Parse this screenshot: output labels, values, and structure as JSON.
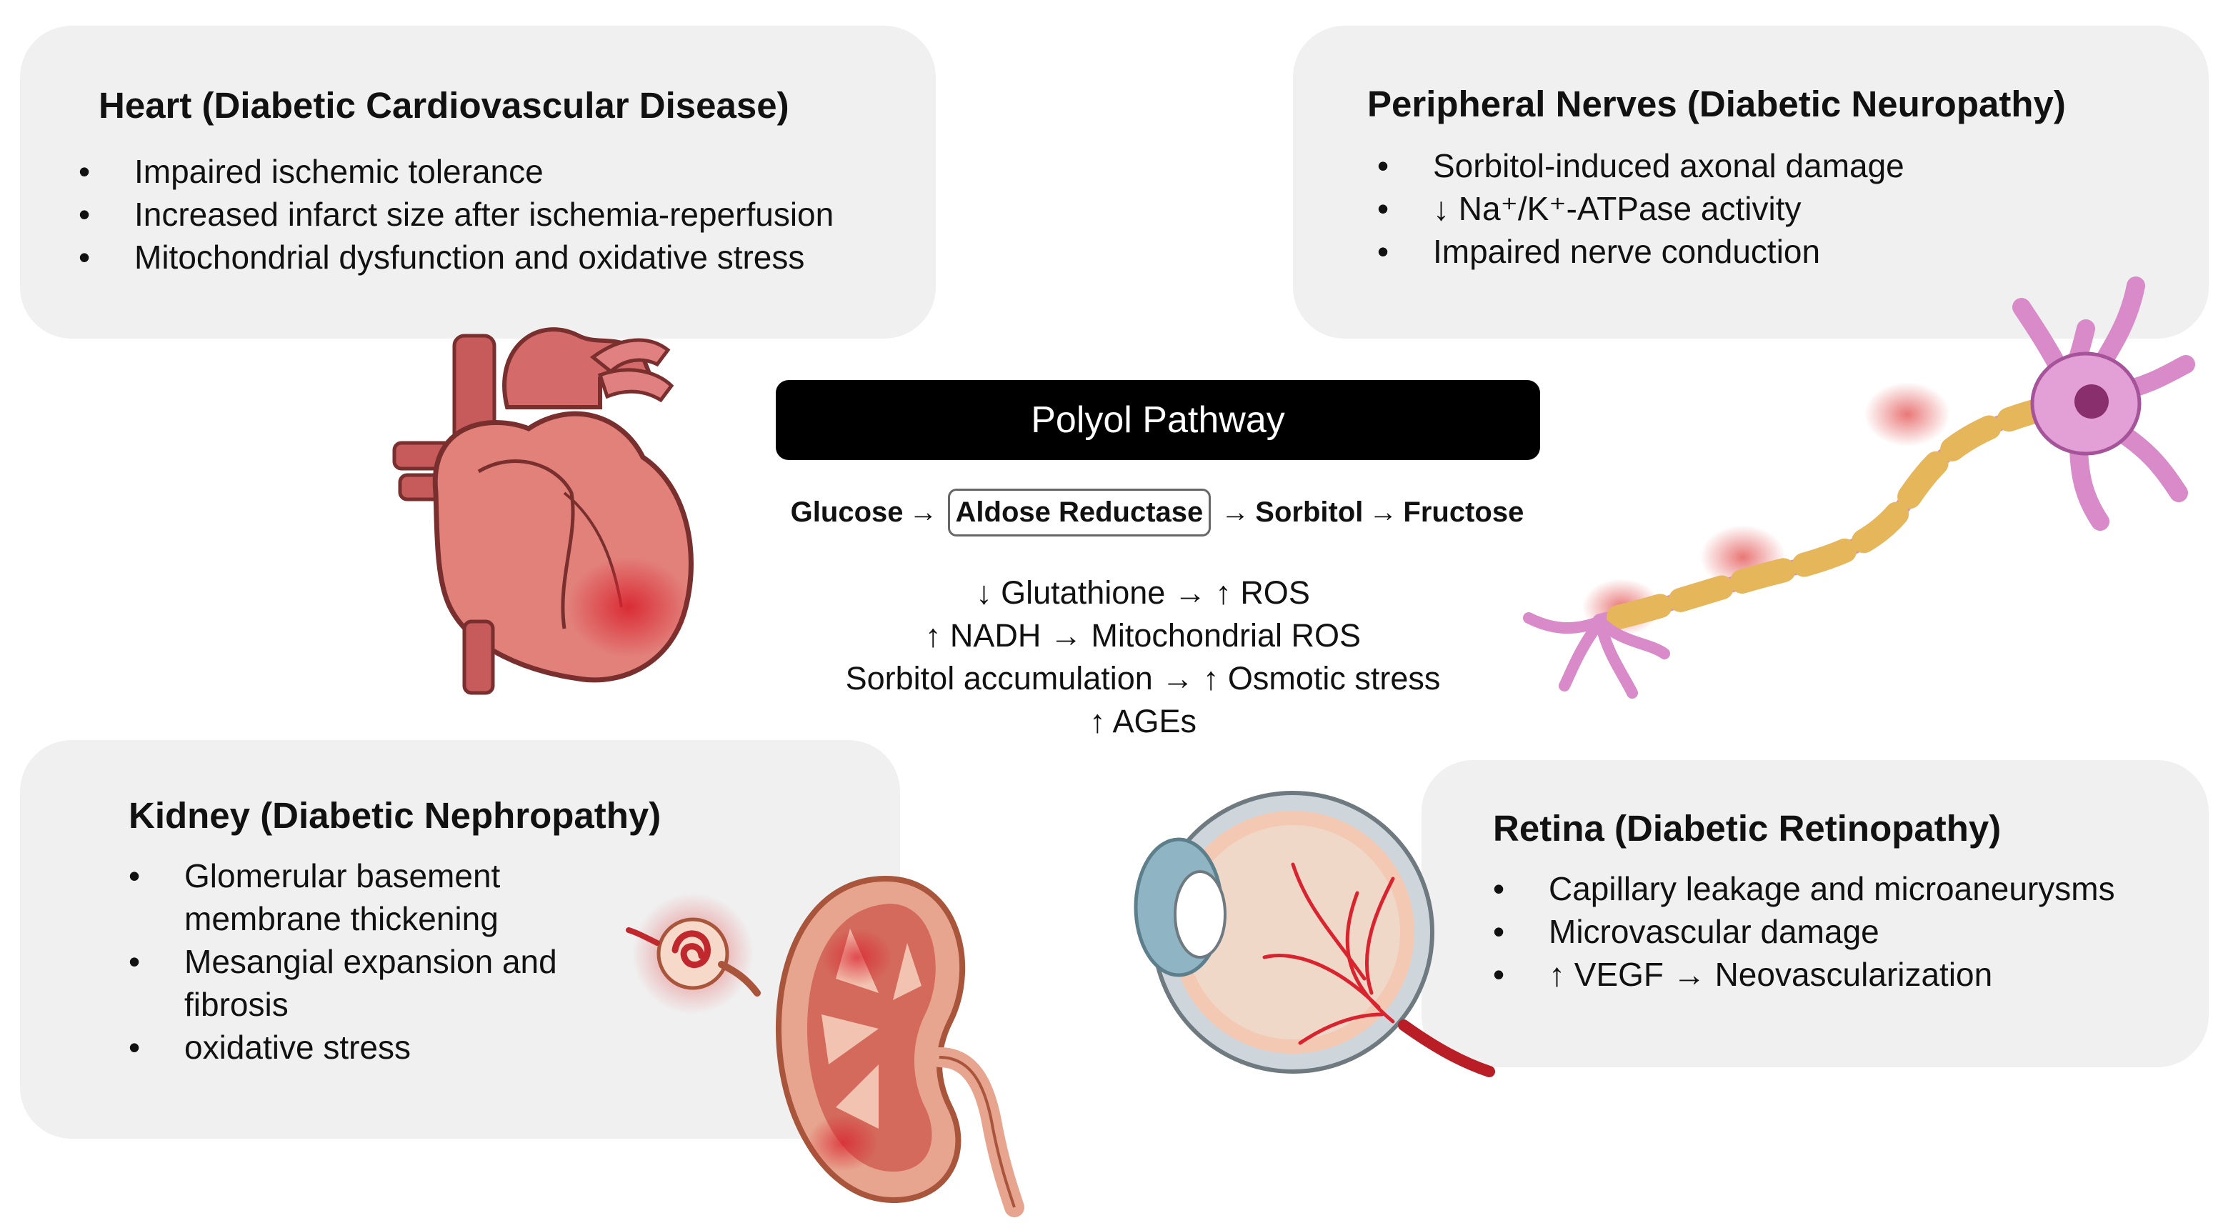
{
  "pathway": {
    "title": "Polyol Pathway",
    "reaction": {
      "substrate": "Glucose",
      "arrow1": "→",
      "enzyme": "Aldose Reductase",
      "arrow2": "→",
      "product1": "Sorbitol",
      "arrow3": "→",
      "product2": "Fructose"
    },
    "effects": [
      "↓ Glutathione → ↑ ROS",
      "↑ NADH → Mitochondrial ROS",
      "Sorbitol accumulation → ↑ Osmotic stress",
      "↑ AGEs"
    ]
  },
  "panels": {
    "heart": {
      "title": "Heart (Diabetic Cardiovascular Disease)",
      "items": [
        "Impaired ischemic tolerance",
        "Increased infarct size after ischemia-reperfusion",
        "Mitochondrial dysfunction and oxidative stress"
      ]
    },
    "nerves": {
      "title": "Peripheral Nerves (Diabetic Neuropathy)",
      "items": [
        "Sorbitol-induced axonal damage",
        "↓ Na⁺/K⁺-ATPase activity",
        "Impaired nerve conduction"
      ]
    },
    "kidney": {
      "title": "Kidney (Diabetic Nephropathy)",
      "items": [
        "Glomerular basement membrane thickening",
        "Mesangial expansion and fibrosis",
        "oxidative stress"
      ]
    },
    "retina": {
      "title": "Retina (Diabetic Retinopathy)",
      "items": [
        "Capillary leakage and microaneurysms",
        "Microvascular damage",
        "↑ VEGF → Neovascularization"
      ]
    }
  },
  "illustrations": {
    "heart": "heart-illustration",
    "neuron": "neuron-illustration",
    "kidney": "kidney-illustration",
    "glomerulus": "glomerulus-illustration",
    "eye": "eye-illustration"
  },
  "colors": {
    "panel_bg": "#f0f0f0",
    "bar_bg": "#000000",
    "damage_red": "#d9232e",
    "heart_red": "#cf6a6a",
    "neuron_pink": "#d98ac8",
    "myelin_yellow": "#e6b65a"
  }
}
